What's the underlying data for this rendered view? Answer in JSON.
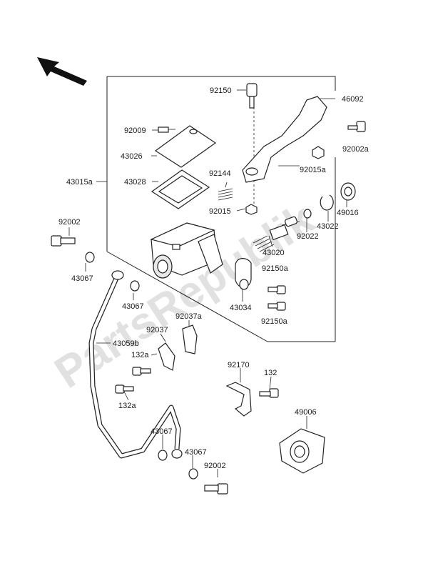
{
  "watermark": "PartsRepublik",
  "labels": {
    "l92150": "92150",
    "l46092": "46092",
    "l92009": "92009",
    "l92002a": "92002a",
    "l43026": "43026",
    "l92144": "92144",
    "l92015a": "92015a",
    "l43028": "43028",
    "l43015a": "43015a",
    "l92015": "92015",
    "l49016": "49016",
    "l43022": "43022",
    "l92002_top": "92002",
    "l92022": "92022",
    "l43020": "43020",
    "l43067_a": "43067",
    "l92150a_top": "92150a",
    "l43067_b": "43067",
    "l43034": "43034",
    "l92150a_bot": "92150a",
    "l92037a": "92037a",
    "l92037": "92037",
    "l43059b": "43059b",
    "l132a_top": "132a",
    "l92170": "92170",
    "l132": "132",
    "l132a_bot": "132a",
    "l49006": "49006",
    "l43067_c": "43067",
    "l43067_d": "43067",
    "l92002_bot": "92002"
  },
  "colors": {
    "ink": "#222222",
    "watermark": "#c8c8c8"
  }
}
